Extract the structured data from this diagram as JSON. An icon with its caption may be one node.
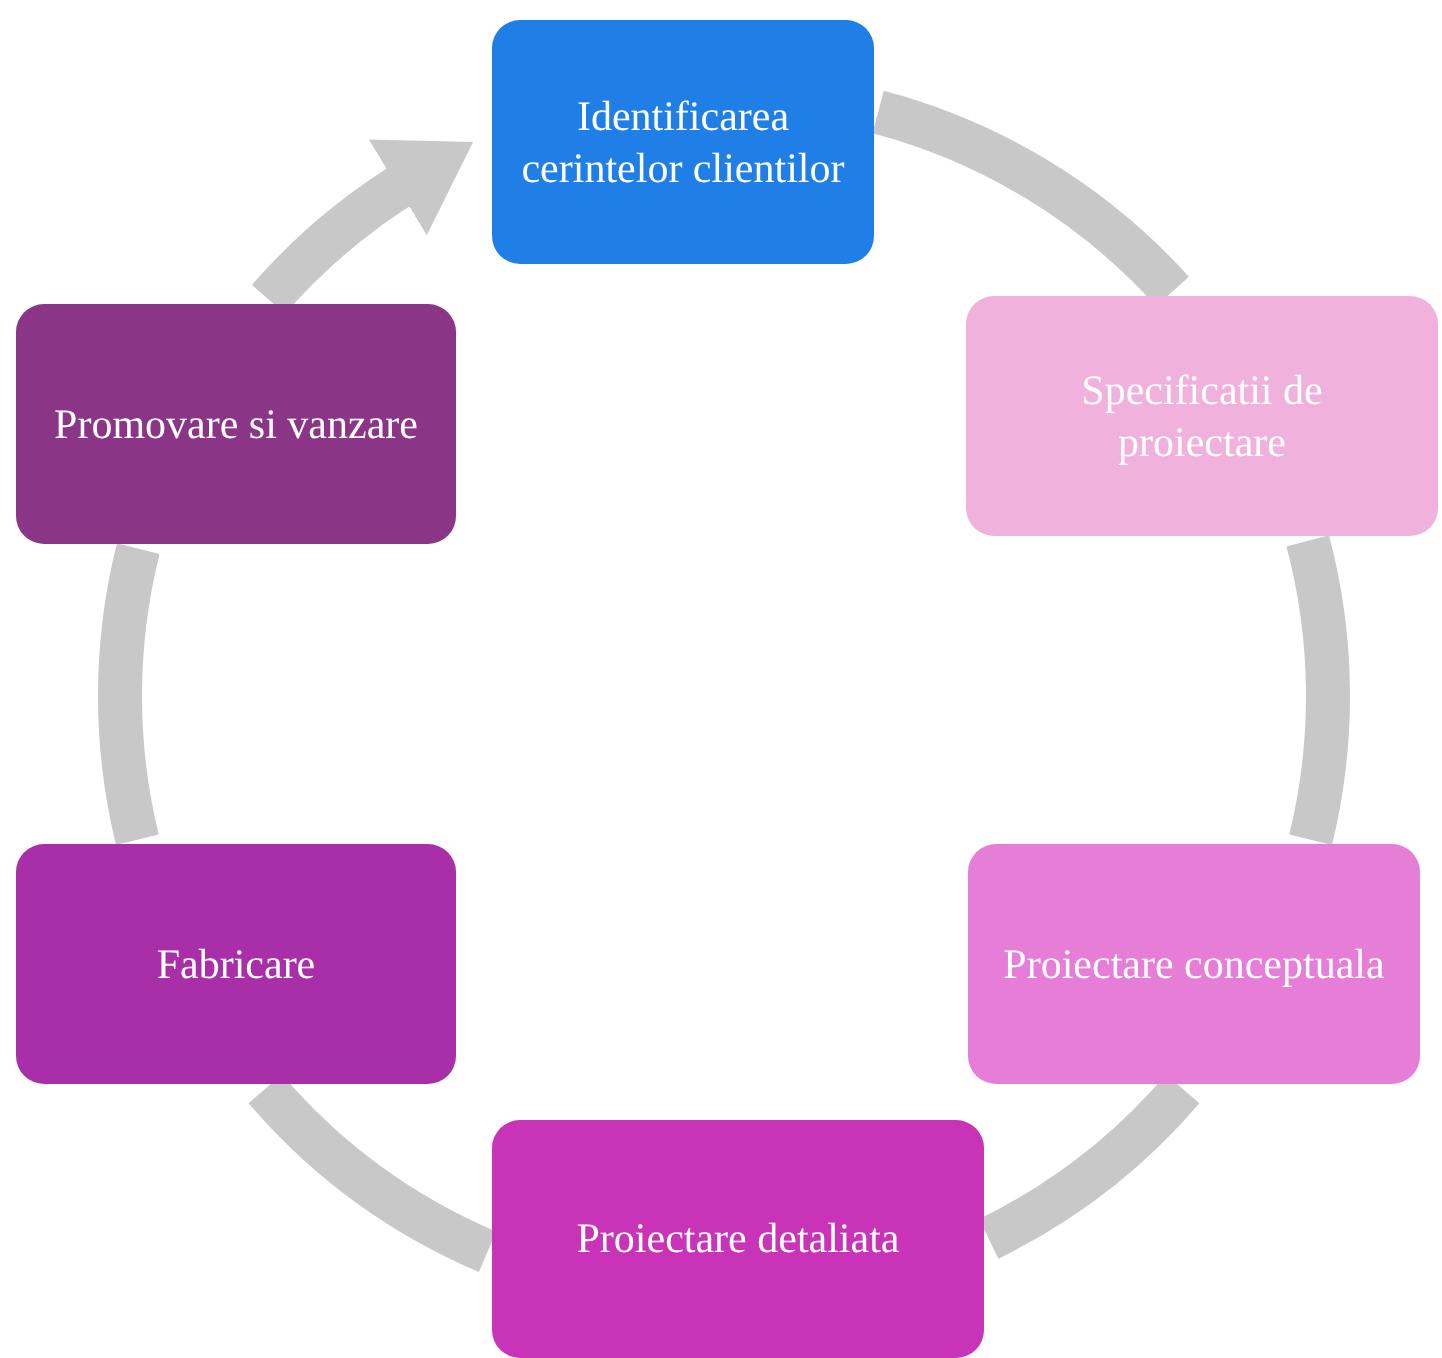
{
  "diagram": {
    "nodes": [
      {
        "text": [
          "Identificarea cerintelor clientilor"
        ]
      },
      {
        "text": [
          "Specificatii de proiectare"
        ]
      },
      {
        "text": [
          "Proiectare conceptuala"
        ]
      },
      {
        "text": [
          "Proiectare detaliata"
        ]
      },
      {
        "text": [
          "Fabricare"
        ]
      },
      {
        "text": [
          "Promovare si vanzare"
        ]
      }
    ],
    "edges": [
      {
        "from": 0,
        "to": 1,
        "arrow": "none"
      },
      {
        "from": 1,
        "to": 2,
        "arrow": "none"
      },
      {
        "from": 2,
        "to": 3,
        "arrow": "none"
      },
      {
        "from": 3,
        "to": 4,
        "arrow": "none"
      },
      {
        "from": 4,
        "to": 5,
        "arrow": "none"
      },
      {
        "from": 5,
        "to": 0,
        "arrow": "to"
      }
    ]
  }
}
